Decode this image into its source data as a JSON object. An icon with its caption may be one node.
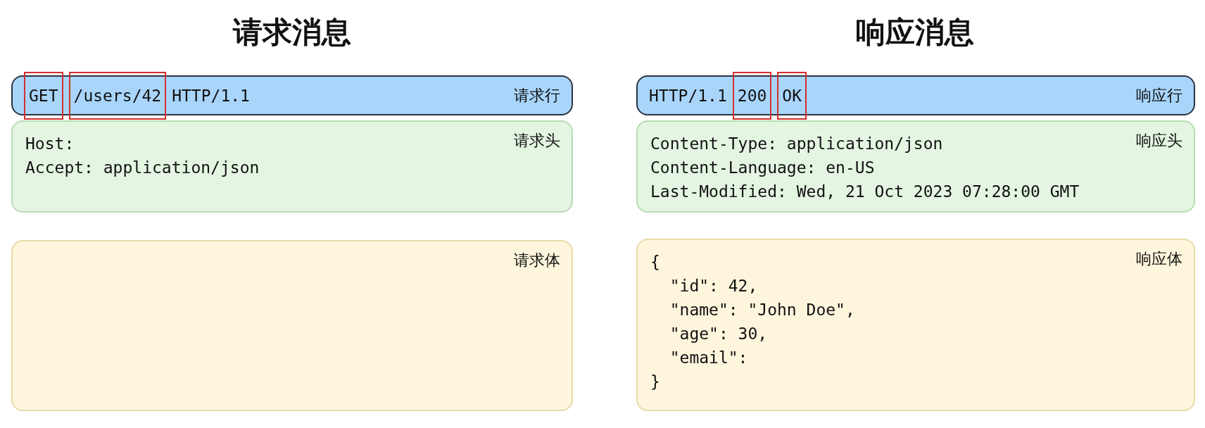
{
  "diagram": {
    "nodes": [
      {
        "text": [
          "HTTP/1.1",
          "请求行"
        ]
      },
      {
        "text": [
          "GET"
        ],
        "in": 0
      },
      {
        "text": [
          "/users/42"
        ],
        "in": 0
      },
      {
        "text": [
          "Host:",
          "Accept: application/json",
          "请求头"
        ]
      },
      {
        "text": [
          "请求体"
        ]
      },
      {
        "text": [
          "HTTP/1.1",
          "响应行"
        ]
      },
      {
        "text": [
          "200"
        ],
        "in": 5
      },
      {
        "text": [
          "OK"
        ],
        "in": 5
      },
      {
        "text": [
          "Content-Type: application/json",
          "Content-Language: en-US",
          "Last-Modified: Wed, 21 Oct 2023 07:28:00 GMT",
          "响应头"
        ]
      },
      {
        "text": [
          "{",
          "  \"id\": 42,",
          "  \"name\": \"John Doe\",",
          "  \"age\": 30,",
          "  \"email\":",
          "}",
          "响应体"
        ]
      }
    ],
    "labels": [
      "请求消息",
      "响应消息"
    ]
  }
}
